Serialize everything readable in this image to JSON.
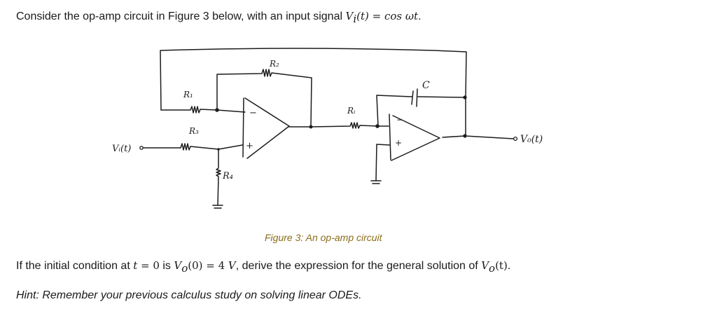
{
  "intro": {
    "text": "Consider the op-amp circuit in Figure 3 below, with an input signal ",
    "math_var": "V",
    "math_sub": "i",
    "math_rest": "(t) = cos ωt",
    "end": "."
  },
  "figure": {
    "caption": "Figure 3: An op-amp circuit",
    "labels": {
      "r1": "R₁",
      "r2": "R₂",
      "r3": "R₃",
      "r4": "R₄",
      "ri": "Rᵢ",
      "c": "C",
      "vin": "Vᵢ(t)",
      "vout": "V₀(t)",
      "minus": "−",
      "plus": "+"
    }
  },
  "question": {
    "part1": "If the initial condition at ",
    "t_var": "t",
    "eq0": " = 0",
    "part2": " is ",
    "v_var": "V",
    "v_sub": "o",
    "v_rest": "(0) = 4 ",
    "unit": "V",
    "part3": ", derive the expression for the general solution of ",
    "v2_var": "V",
    "v2_sub": "o",
    "v2_rest": "(t)",
    "end": "."
  },
  "hint": {
    "text": "Hint: Remember your previous calculus study on solving linear ODEs."
  }
}
